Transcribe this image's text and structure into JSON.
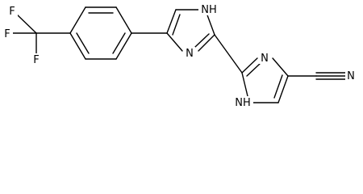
{
  "molecule": {
    "colors": {
      "bond": "#000000",
      "background": "#ffffff"
    },
    "atoms": {
      "F1": "F",
      "F2": "F",
      "F3": "F",
      "NH_upper": "NH",
      "N_upper": "N",
      "N_lower": "N",
      "NH_lower": "NH",
      "N_nitrile": "N"
    }
  }
}
